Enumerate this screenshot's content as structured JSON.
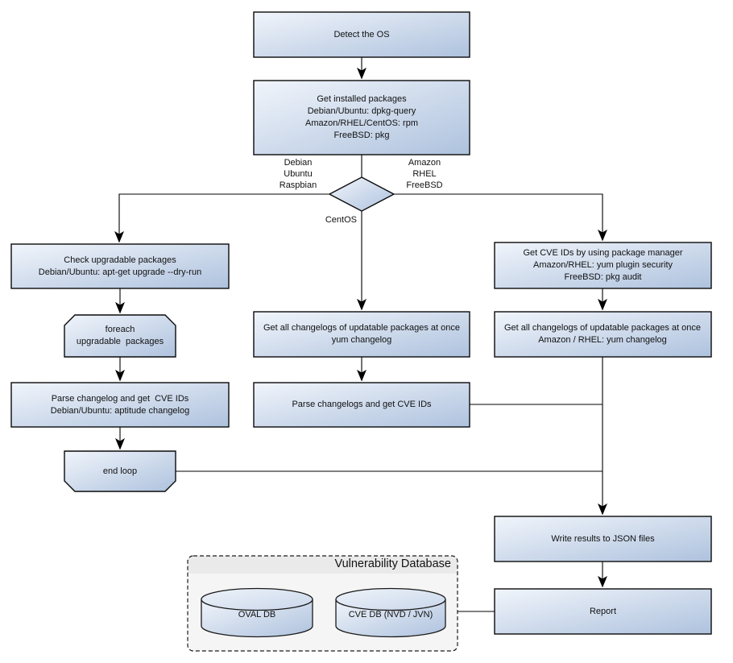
{
  "diagram_type": "flowchart",
  "nodes": {
    "detect_os": "Detect the OS",
    "get_installed_packages": "Get installed packages\nDebian/Ubuntu: dpkg-query\nAmazon/RHEL/CentOS: rpm\nFreeBSD: pkg",
    "check_upgradable_packages": "Check upgradable packages\nDebian/Ubuntu: apt-get upgrade --dry-run",
    "foreach_loop": "foreach\nupgradable  packages",
    "parse_changelog_debian": "Parse changelog and get  CVE IDs\nDebian/Ubuntu: aptitude changelog",
    "end_loop": "end loop",
    "get_changelogs_centos": "Get all changelogs of updatable packages at once\nyum changelog",
    "parse_changelogs_centos": "Parse changelogs and get CVE IDs",
    "get_cve_ids_pkg_manager": "Get CVE IDs by using package manager\nAmazon/RHEL: yum plugin security\nFreeBSD: pkg audit",
    "get_changelogs_amazon": "Get all changelogs of updatable packages at once\nAmazon / RHEL: yum changelog",
    "write_results_json": "Write results to JSON files",
    "report": "Report"
  },
  "branch_labels": {
    "left": "Debian\nUbuntu\nRaspbian",
    "right": "Amazon\nRHEL\nFreeBSD",
    "bottom": "CentOS"
  },
  "vulnerability_db": {
    "title": "Vulnerability Database",
    "oval_db": "OVAL DB",
    "cve_db": "CVE DB (NVD / JVN)"
  },
  "colors": {
    "node_fill_top": "#eff3fa",
    "node_fill_bottom": "#b2c5e0",
    "cylinder_top_fill": "#dde6f2",
    "node_border": "#000000",
    "connector": "#000000",
    "container_fill": "#f5f5f5",
    "container_header_fill": "#eaeaea",
    "text": "#111111"
  }
}
